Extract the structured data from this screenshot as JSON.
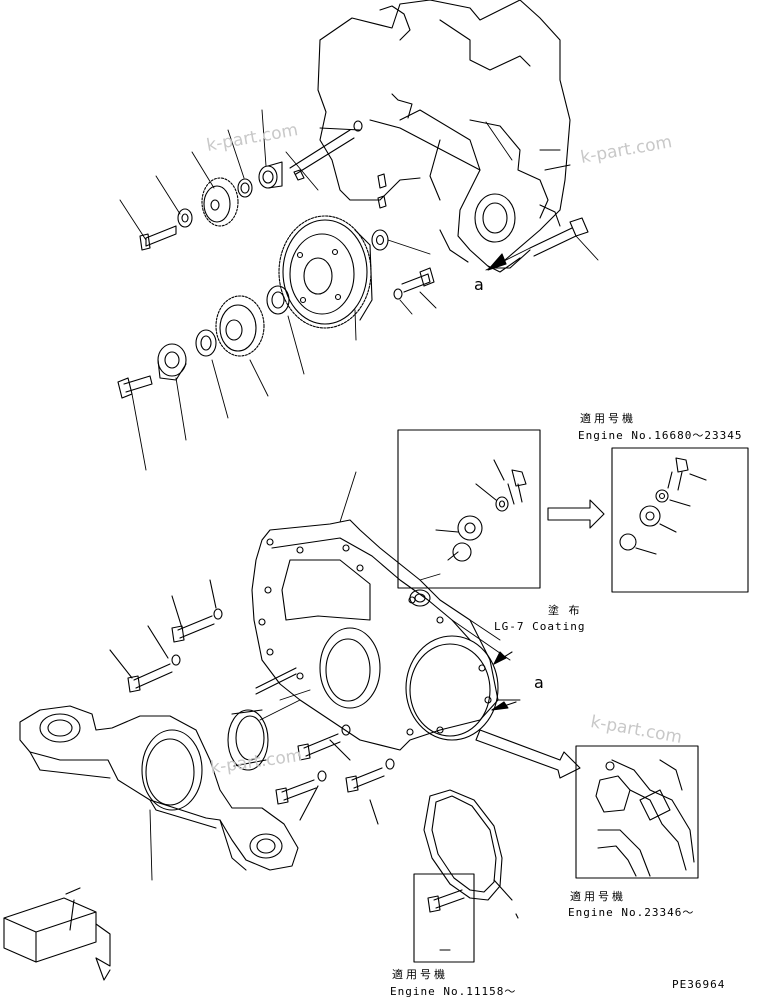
{
  "watermark": {
    "text": "k-part.com"
  },
  "labels": {
    "view_arrow_a": "a",
    "applicable_engine_1": {
      "jp": "適用号機",
      "en": "Engine No.16680～23345"
    },
    "applicable_engine_2": {
      "jp": "適用号機",
      "en": "Engine No.23346～"
    },
    "applicable_engine_3": {
      "jp": "適用号機",
      "en": "Engine No.11158～"
    },
    "coating": {
      "jp": "塗 布",
      "en": "LG-7 Coating"
    },
    "drawing_number": "PE36964"
  }
}
